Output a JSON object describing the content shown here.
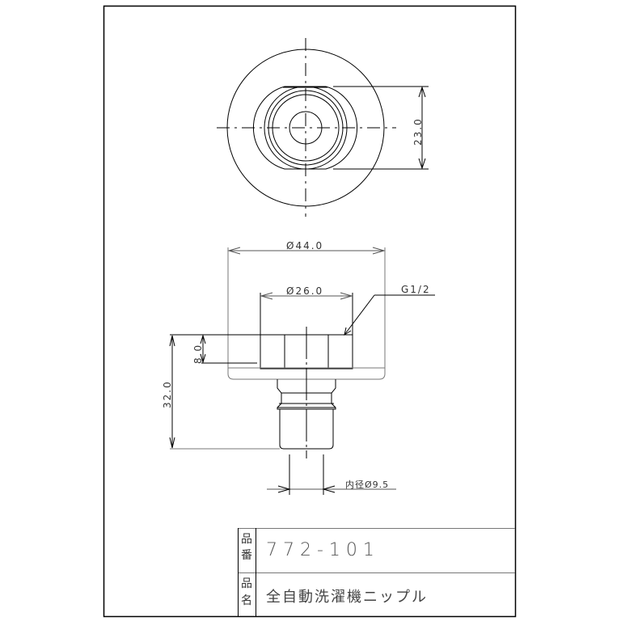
{
  "drawing": {
    "top_view": {
      "dimension_width_flats": "23.0"
    },
    "side_view": {
      "dimension_flange_diameter": "Ø44.0",
      "dimension_hex_diameter": "Ø26.0",
      "thread_callout": "G1/2",
      "dimension_hex_height": "8.0",
      "dimension_total_height": "32.0",
      "dimension_inner_diameter": "内径Ø9.5"
    }
  },
  "title_block": {
    "part_number_label": "品番",
    "part_number": "772-101",
    "part_name_label": "品名",
    "part_name": "全自動洗濯機ニップル"
  },
  "colors": {
    "line": "#000000",
    "secondary_line": "#777777",
    "text": "#333333"
  }
}
